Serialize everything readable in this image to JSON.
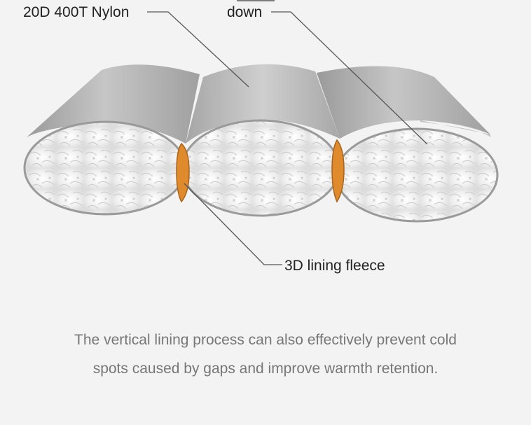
{
  "labels": {
    "nylon": "20D 400T Nylon",
    "down": "down",
    "fleece": "3D lining fleece"
  },
  "caption": {
    "line1": "The vertical lining process can also effectively prevent cold",
    "line2": "spots caused by gaps and improve warmth retention."
  },
  "colors": {
    "background": "#f3f3f3",
    "shell_gray": "#a9a9a9",
    "down_white": "#f2f2f2",
    "fleece_orange": "#e08a2e",
    "text_dark": "#222222",
    "text_gray": "#777777",
    "leader_line": "#555555"
  }
}
